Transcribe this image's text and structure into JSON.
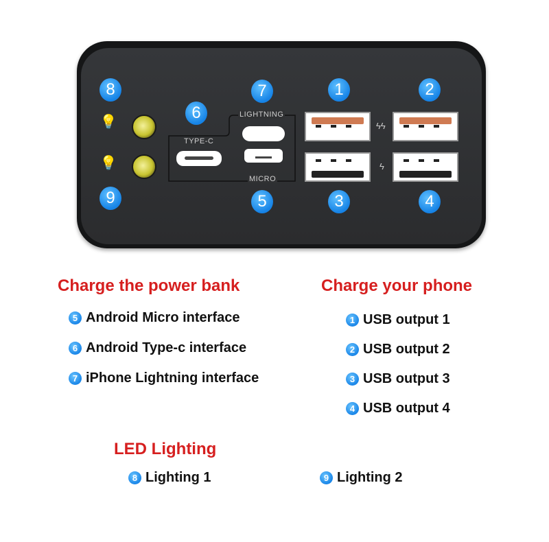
{
  "device": {
    "labels": {
      "lightning": "LIGHTNING",
      "type_c": "TYPE-C",
      "micro": "MICRO"
    },
    "badges": [
      "1",
      "2",
      "3",
      "4",
      "5",
      "6",
      "7",
      "8",
      "9"
    ],
    "accent": "#1683e6"
  },
  "charge_bank": {
    "title": "Charge the power bank",
    "items": [
      {
        "num": "5",
        "label": "Android Micro interface"
      },
      {
        "num": "6",
        "label": "Android Type-c interface"
      },
      {
        "num": "7",
        "label": "iPhone Lightning interface"
      }
    ]
  },
  "charge_phone": {
    "title": "Charge your phone",
    "items": [
      {
        "num": "1",
        "label": "USB output 1"
      },
      {
        "num": "2",
        "label": "USB output 2"
      },
      {
        "num": "3",
        "label": "USB output 3"
      },
      {
        "num": "4",
        "label": "USB output 4"
      }
    ]
  },
  "led": {
    "title": "LED Lighting",
    "items": [
      {
        "num": "8",
        "label": "Lighting 1"
      },
      {
        "num": "9",
        "label": "Lighting 2"
      }
    ]
  }
}
